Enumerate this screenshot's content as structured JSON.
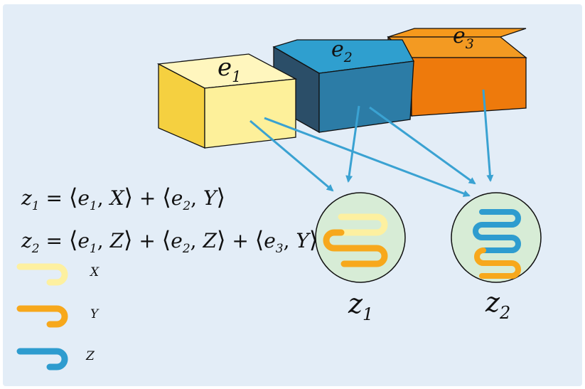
{
  "cubes": [
    {
      "label": "e",
      "sub": "1",
      "color_front": "#fdf09a",
      "color_top": "#fff8c8",
      "color_side": "#f5d040"
    },
    {
      "label": "e",
      "sub": "2",
      "color_front": "#2c7ca6",
      "color_top": "#2f9fcf",
      "color_side": "#2b4e68"
    },
    {
      "label": "e",
      "sub": "3",
      "color_front": "#ee7a0c",
      "color_top": "#f6991c",
      "color_side": "#a8520a"
    }
  ],
  "equations": [
    {
      "lhs": "z",
      "lhs_sub": "1",
      "terms": [
        [
          "e",
          "1",
          "X"
        ],
        [
          "e",
          "2",
          "Y"
        ]
      ]
    },
    {
      "lhs": "z",
      "lhs_sub": "2",
      "terms": [
        [
          "e",
          "1",
          "Z"
        ],
        [
          "e",
          "2",
          "Z"
        ],
        [
          "e",
          "3",
          "Y"
        ]
      ]
    }
  ],
  "legend": [
    {
      "label": "X",
      "color": "#fdf0a0"
    },
    {
      "label": "Y",
      "color": "#f7a81c"
    },
    {
      "label": "Z",
      "color": "#2e9ccf"
    }
  ],
  "nodes": [
    {
      "label": "z",
      "sub": "1"
    },
    {
      "label": "z",
      "sub": "2"
    }
  ],
  "colors": {
    "background": "#e3edf7",
    "arrow": "#3aa2d2",
    "node_fill": "#d7ecd6",
    "outline": "#111111"
  }
}
